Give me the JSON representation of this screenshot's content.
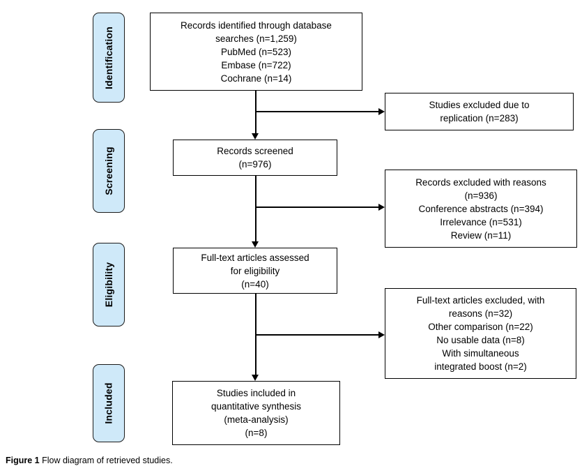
{
  "figure": {
    "caption_bold": "Figure 1",
    "caption_rest": " Flow diagram of retrieved studies."
  },
  "colors": {
    "stage_fill": "#cfe9f9",
    "box_border": "#000000",
    "stage_border": "#1a1a1a"
  },
  "stages": [
    {
      "label": "Identification"
    },
    {
      "label": "Screening"
    },
    {
      "label": "Eligibility"
    },
    {
      "label": "Included"
    }
  ],
  "flow_boxes": [
    {
      "lines": [
        "Records identified through database",
        "searches (n=1,259)",
        "PubMed (n=523)",
        "Embase (n=722)",
        "Cochrane (n=14)"
      ]
    },
    {
      "lines": [
        "Records screened",
        "(n=976)"
      ]
    },
    {
      "lines": [
        "Full-text articles assessed",
        "for eligibility",
        "(n=40)"
      ]
    },
    {
      "lines": [
        "Studies included in",
        "quantitative synthesis",
        "(meta-analysis)",
        "(n=8)"
      ]
    }
  ],
  "exclusion_boxes": [
    {
      "lines": [
        "Studies excluded due to",
        "replication (n=283)"
      ]
    },
    {
      "lines": [
        "Records excluded with reasons",
        "(n=936)",
        "Conference abstracts (n=394)",
        "Irrelevance (n=531)",
        "Review (n=11)"
      ]
    },
    {
      "lines": [
        "Full-text articles excluded, with",
        "reasons (n=32)",
        "Other comparison (n=22)",
        "No usable data (n=8)",
        "With simultaneous",
        "integrated boost (n=2)"
      ]
    }
  ]
}
